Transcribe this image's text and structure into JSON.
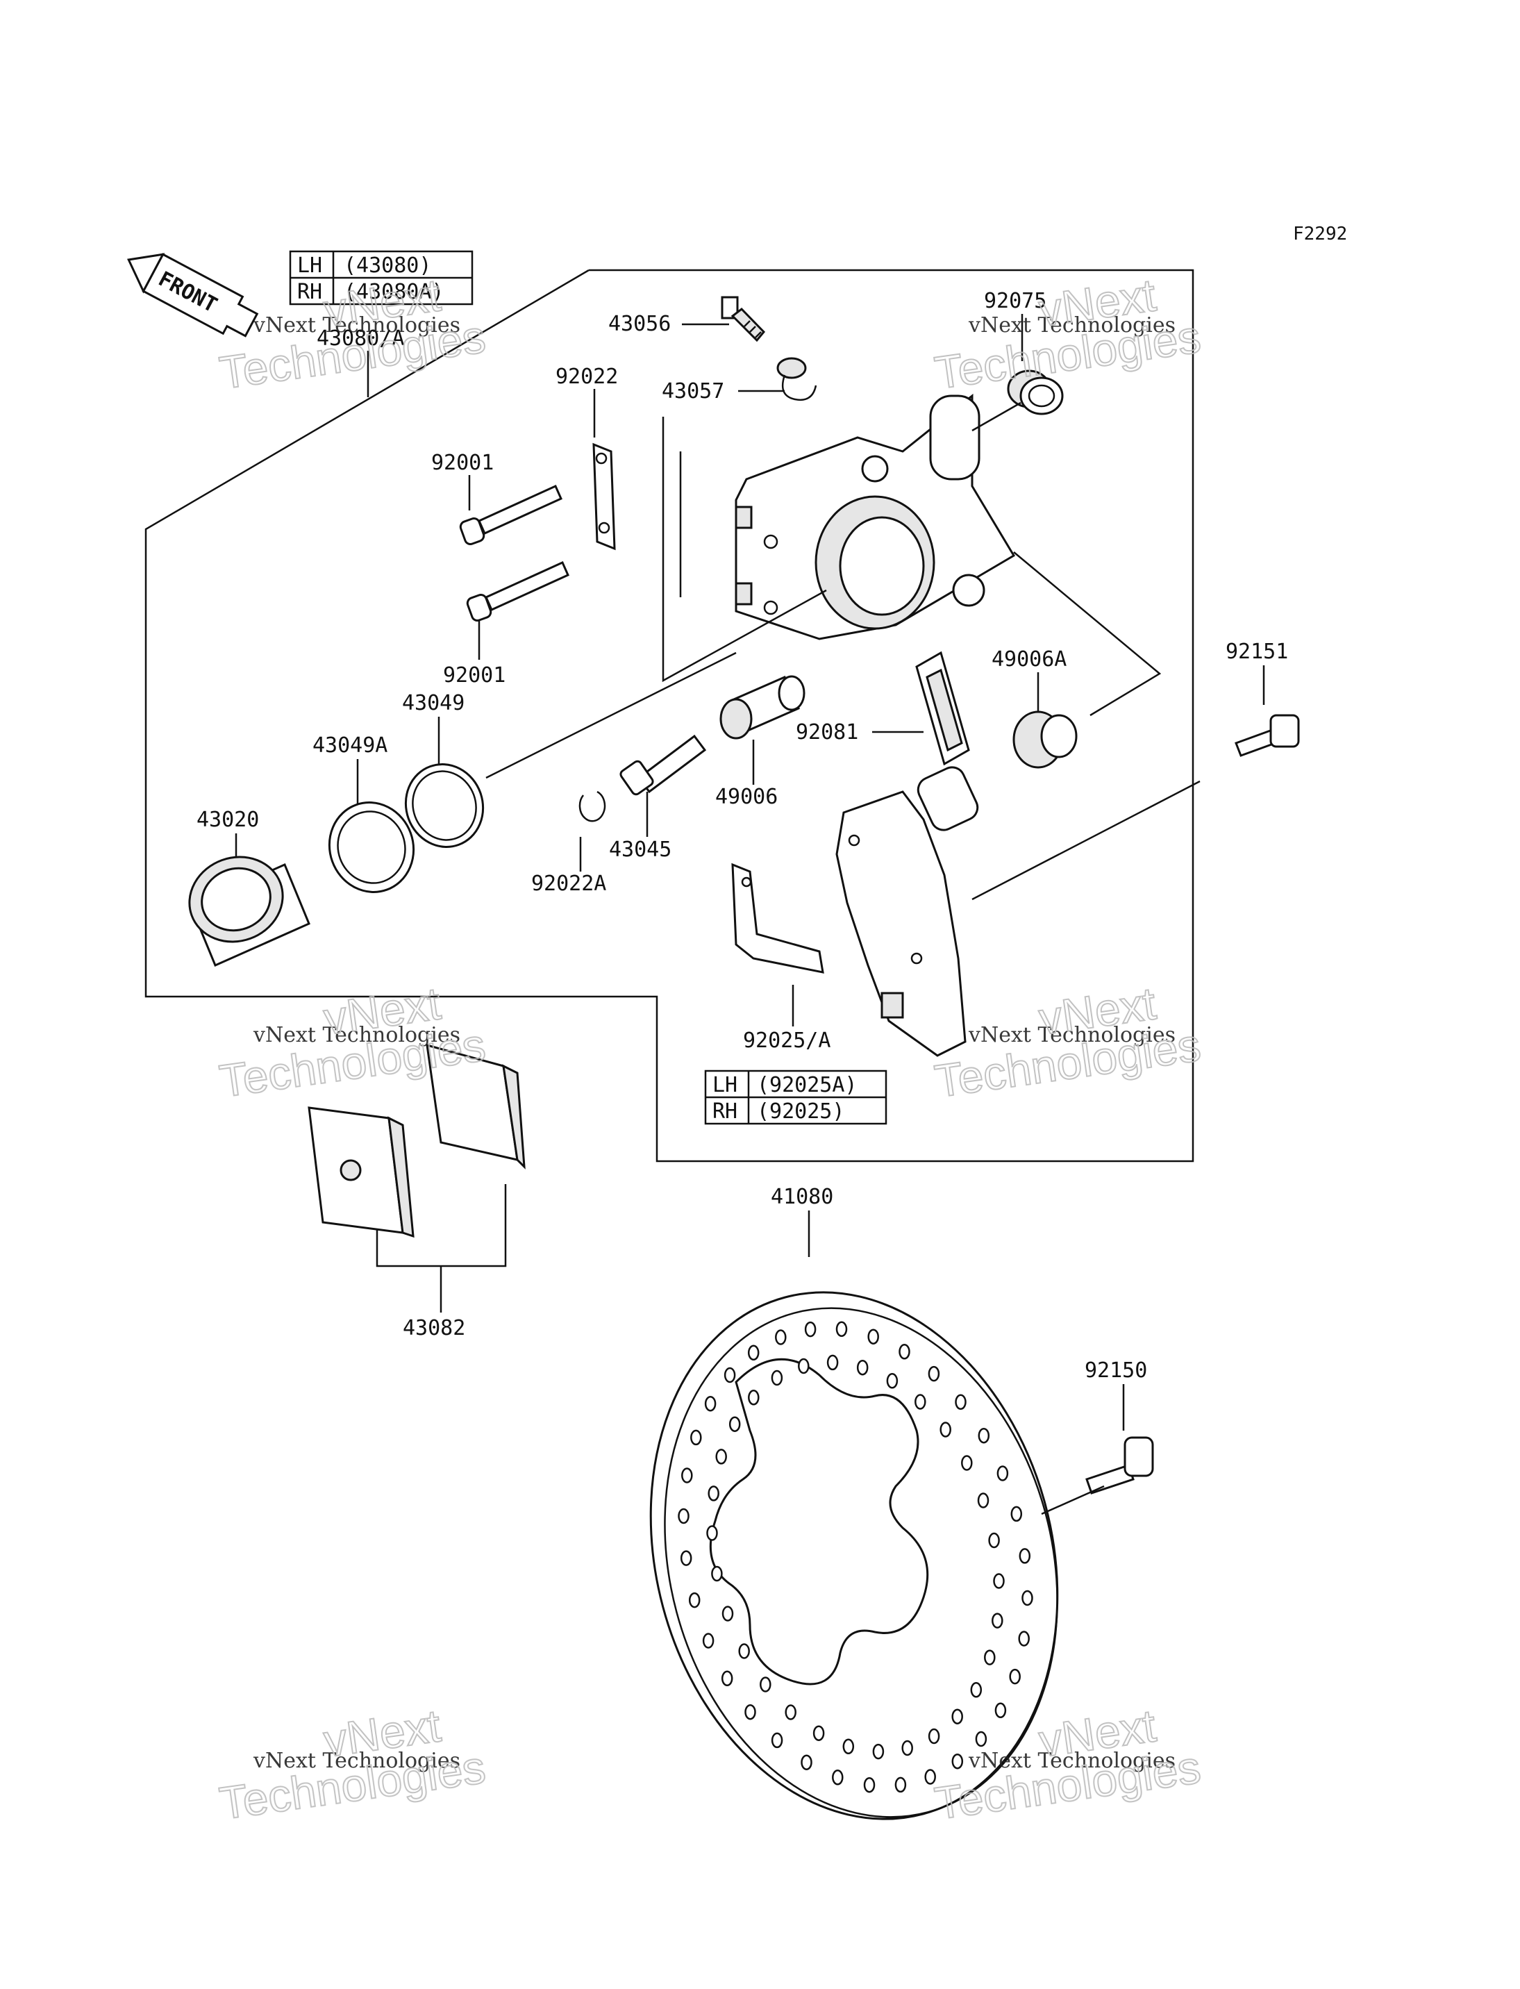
{
  "diagram": {
    "figure_code": "F2292",
    "front_label": "FRONT",
    "caliper_table": {
      "rows": [
        {
          "side": "LH",
          "part": "(43080)"
        },
        {
          "side": "RH",
          "part": "(43080A)"
        }
      ],
      "callout": "43080/A"
    },
    "bracket_table": {
      "rows": [
        {
          "side": "LH",
          "part": "(92025A)"
        },
        {
          "side": "RH",
          "part": "(92025)"
        }
      ]
    },
    "labels": {
      "p43056": "43056",
      "p43057": "43057",
      "p92022": "92022",
      "p92075": "92075",
      "p92001_top": "92001",
      "p92001_bottom": "92001",
      "p43049": "43049",
      "p43049A": "43049A",
      "p43020": "43020",
      "p49006A": "49006A",
      "p92151": "92151",
      "p92081": "92081",
      "p49006": "49006",
      "p43045": "43045",
      "p92022A": "92022A",
      "p92025A": "92025/A",
      "p43082": "43082",
      "p41080": "41080",
      "p92150": "92150"
    },
    "watermark": {
      "line1": "vNext Technologies",
      "line2": "vNext",
      "line3": "Technologies"
    }
  }
}
